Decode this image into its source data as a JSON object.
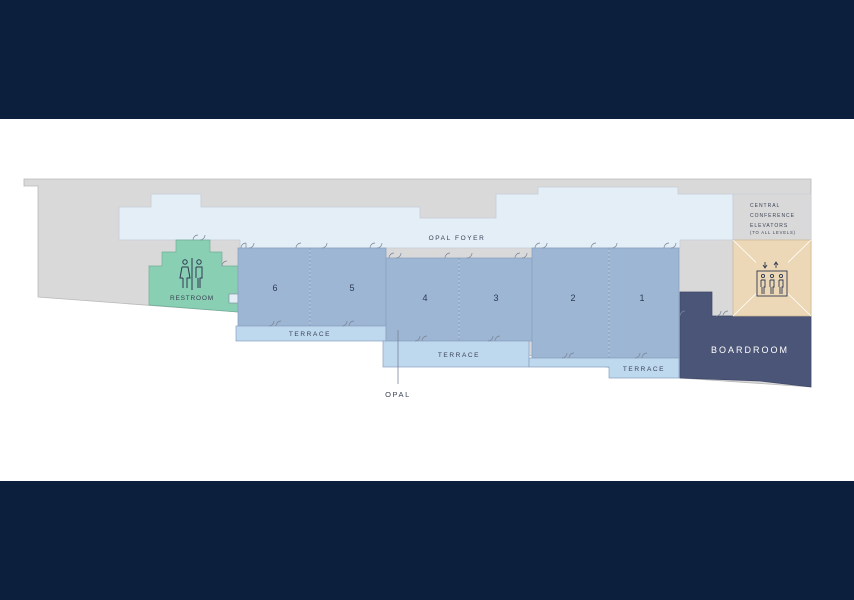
{
  "map": {
    "foyer_label": "OPAL FOYER",
    "restroom_label": "RESTROOM",
    "opal_label": "OPAL",
    "boardroom_label": "BOARDROOM",
    "terrace_label": "TERRACE",
    "elevators": {
      "line1": "CENTRAL",
      "line2": "CONFERENCE",
      "line3": "ELEVATORS",
      "line4": "(TO ALL LEVELS)"
    },
    "rooms": {
      "r6": "6",
      "r5": "5",
      "r4": "4",
      "r3": "3",
      "r2": "2",
      "r1": "1"
    },
    "icons": [
      "restroom-icon",
      "elevator-icon"
    ],
    "colors": {
      "background_band": "#0c1f3d",
      "building": "#d9d9d9",
      "foyer": "#e3eef7",
      "rooms": "#9db6d3",
      "terrace": "#bed8ee",
      "restroom": "#89cfb3",
      "elevator": "#ecd8b6",
      "boardroom": "#4b5577"
    }
  }
}
